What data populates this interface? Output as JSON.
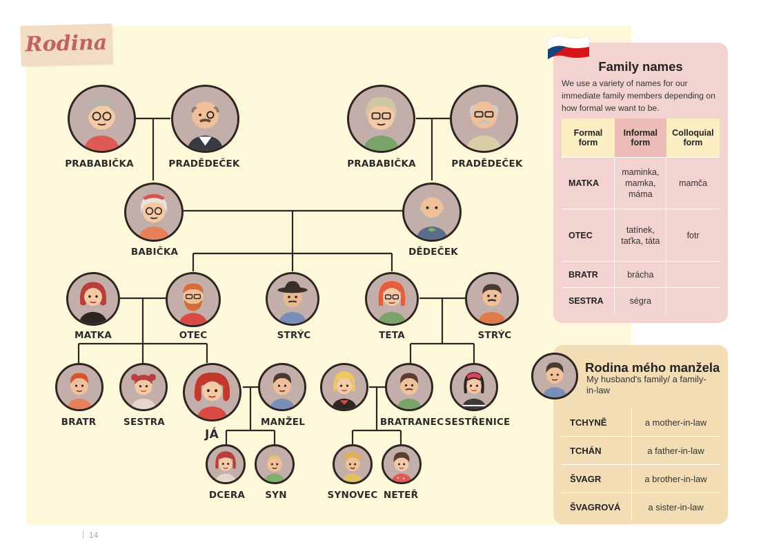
{
  "page": {
    "title": "Rodina",
    "page_number": "14"
  },
  "people": [
    {
      "id": "prababicka1",
      "label": "PRABABIČKA"
    },
    {
      "id": "pradedecek1",
      "label": "PRADĚDEČEK"
    },
    {
      "id": "prababicka2",
      "label": "PRABABIČKA"
    },
    {
      "id": "pradedecek2",
      "label": "PRADĚDEČEK"
    },
    {
      "id": "babicka",
      "label": "BABIČKA"
    },
    {
      "id": "dedecek",
      "label": "DĚDEČEK"
    },
    {
      "id": "matka",
      "label": "MATKA"
    },
    {
      "id": "otec",
      "label": "OTEC"
    },
    {
      "id": "stryc1",
      "label": "STRÝC"
    },
    {
      "id": "teta",
      "label": "TETA"
    },
    {
      "id": "stryc2",
      "label": "STRÝC"
    },
    {
      "id": "bratr",
      "label": "BRATR"
    },
    {
      "id": "sestra",
      "label": "SESTRA"
    },
    {
      "id": "ja",
      "label": "JÁ"
    },
    {
      "id": "manzel",
      "label": "MANŽEL"
    },
    {
      "id": "bratranec",
      "label": "BRATRANEC"
    },
    {
      "id": "sestrenice",
      "label": "SESTŘENICE"
    },
    {
      "id": "dcera",
      "label": "DCERA"
    },
    {
      "id": "syn",
      "label": "SYN"
    },
    {
      "id": "synovec",
      "label": "SYNOVEC"
    },
    {
      "id": "neter",
      "label": "NETEŘ"
    }
  ],
  "family_names": {
    "title": "Family names",
    "description": "We use a variety of names for our immediate family members depending on how formal we want to be.",
    "headers": [
      "Formal form",
      "Informal form",
      "Colloquial form"
    ],
    "rows": [
      {
        "formal": "MATKA",
        "informal": "maminka, mamka, máma",
        "colloquial": "mamča"
      },
      {
        "formal": "OTEC",
        "informal": "tatínek, taťka, táta",
        "colloquial": "fotr"
      },
      {
        "formal": "BRATR",
        "informal": "brácha",
        "colloquial": ""
      },
      {
        "formal": "SESTRA",
        "informal": "ségra",
        "colloquial": ""
      }
    ]
  },
  "in_laws": {
    "title": "Rodina mého manžela",
    "subtitle": "My husband's family/ a family-in-law",
    "rows": [
      {
        "term": "TCHYNĚ",
        "meaning": "a mother-in-law"
      },
      {
        "term": "TCHÁN",
        "meaning": "a father-in-law"
      },
      {
        "term": "ŠVAGR",
        "meaning": "a brother-in-law"
      },
      {
        "term": "ŠVAGROVÁ",
        "meaning": "a sister-in-law"
      }
    ]
  },
  "colors": {
    "page_background": "#fdf8d9",
    "title_tag": "#f2dcc4",
    "title_text": "#c0655e",
    "avatar_background": "#c4aeaa",
    "family_names_panel": "#f2d3cf",
    "in_laws_panel": "#f2ddb5",
    "line": "#2e2522"
  }
}
